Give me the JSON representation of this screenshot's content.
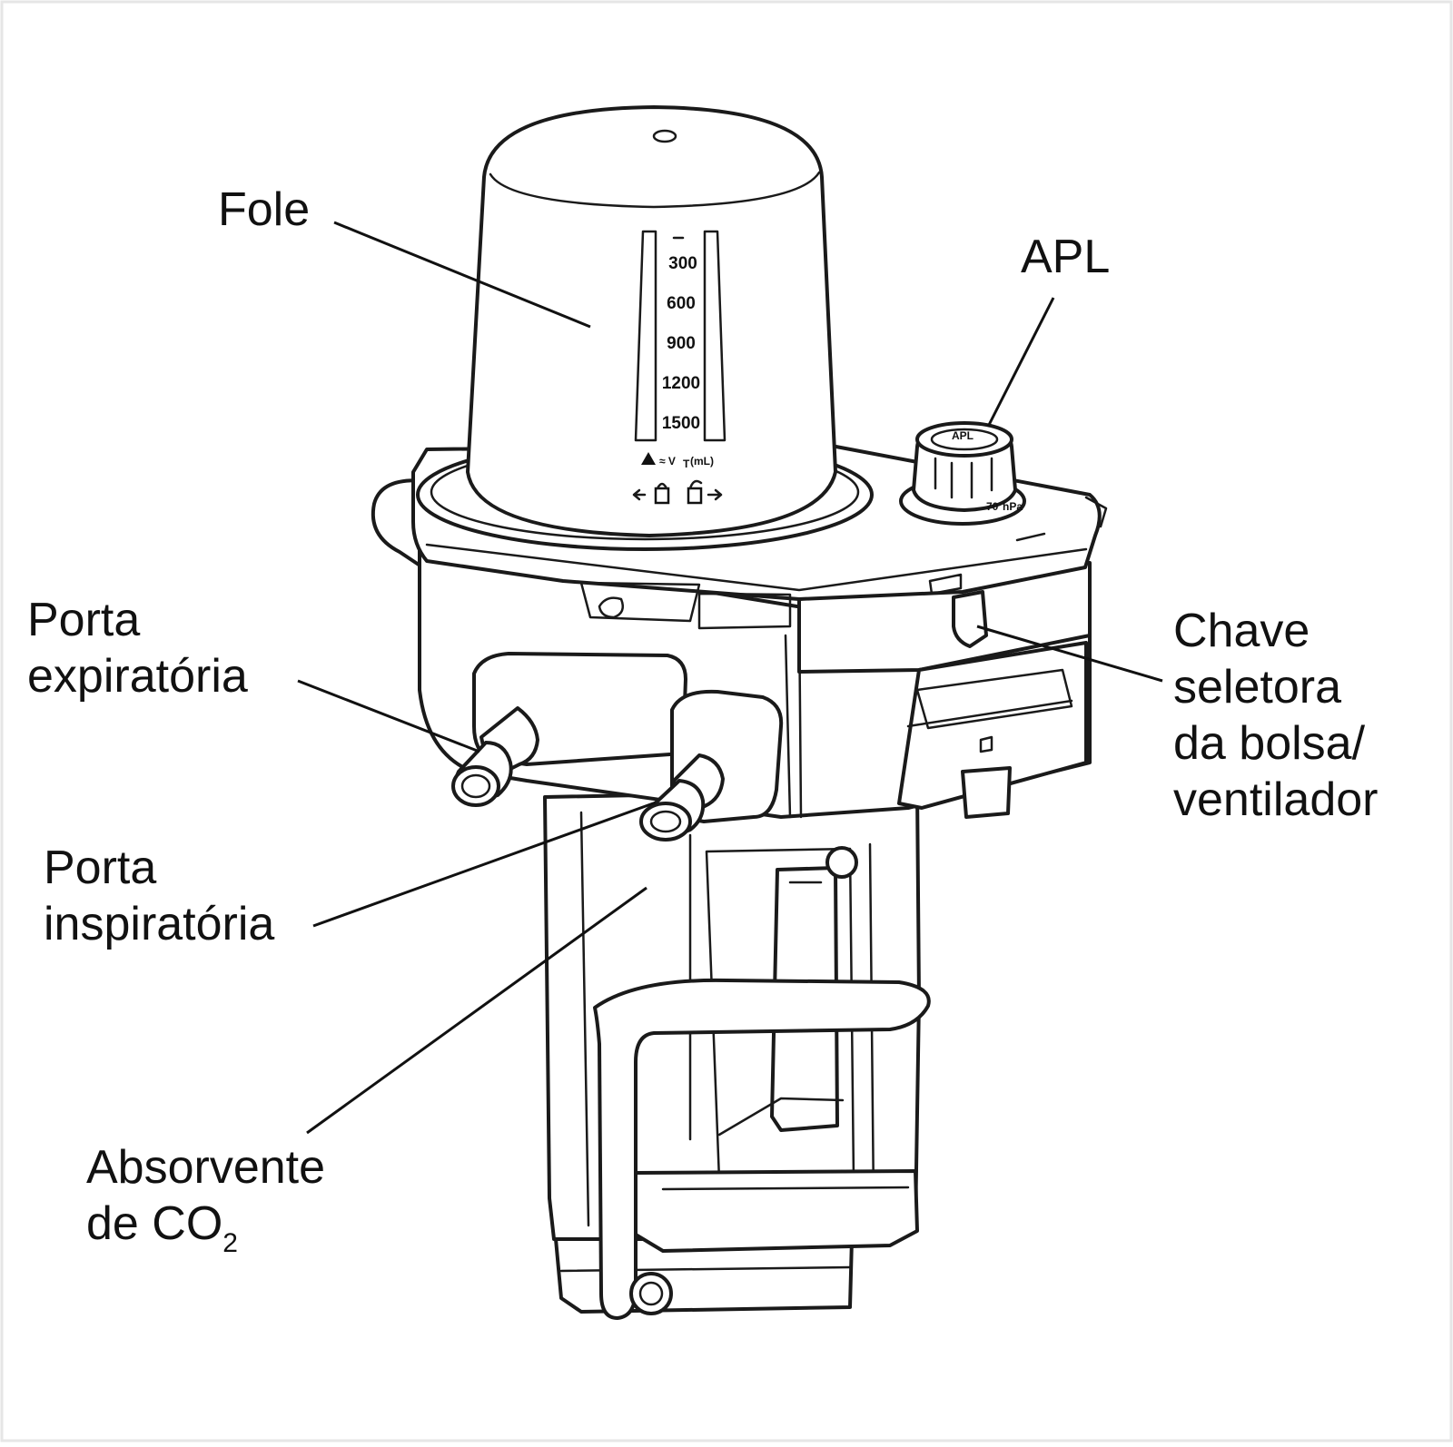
{
  "labels": {
    "bellows": "Fole",
    "apl": "APL",
    "expiratory_port": [
      "Porta",
      "expiratória"
    ],
    "selector_switch": [
      "Chave",
      "seletora",
      "da bolsa/",
      "ventilador"
    ],
    "inspiratory_port": [
      "Porta",
      "inspiratória"
    ],
    "co2_absorber": {
      "line1": "Absorvente",
      "line2_prefix": "de CO",
      "line2_subscript": "2"
    }
  },
  "bellows_scale": [
    "300",
    "600",
    "900",
    "1200",
    "1500"
  ],
  "bellows_scale_caption": "≈ V",
  "bellows_scale_caption_sub": "T",
  "bellows_scale_unit": "(mL)",
  "apl_knob_text": {
    "knob_label": "APL",
    "dial_value": "70",
    "dial_unit": "hPa"
  },
  "colors": {
    "line": "#1a1a1a",
    "background": "#ffffff"
  }
}
